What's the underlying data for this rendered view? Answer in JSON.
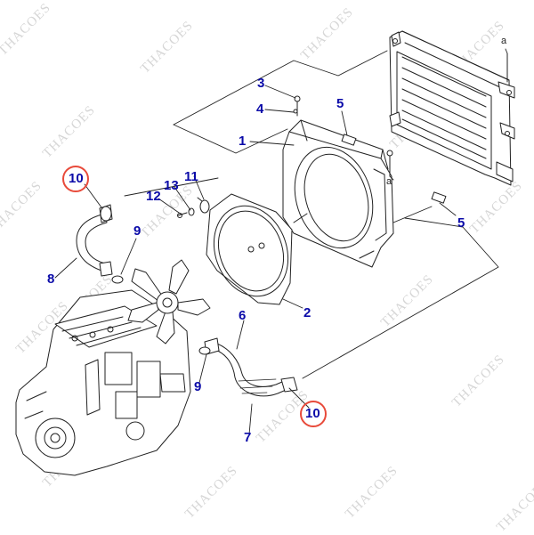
{
  "watermark": "THACOES",
  "callouts": {
    "c1": "1",
    "c2": "2",
    "c3": "3",
    "c4": "4",
    "c5a": "5",
    "c5b": "5",
    "c6": "6",
    "c7": "7",
    "c8": "8",
    "c9a": "9",
    "c9b": "9",
    "c10a": "10",
    "c10b": "10",
    "c11": "11",
    "c12": "12",
    "c13": "13"
  },
  "labels": {
    "a_top": "a",
    "a_mid": "a"
  },
  "colors": {
    "callout": "#0a0aa8",
    "highlight_circle": "#e84a3a",
    "line": "#222222"
  }
}
